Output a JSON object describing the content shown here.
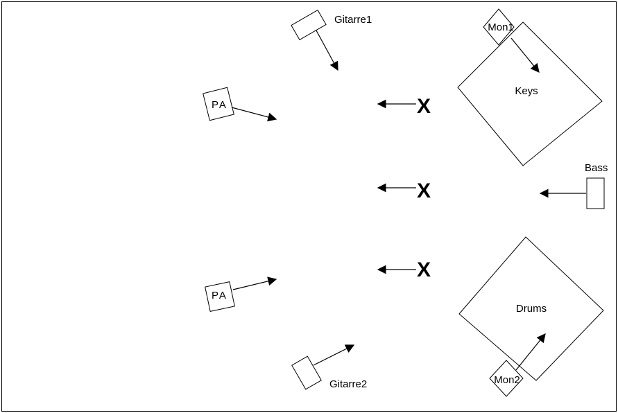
{
  "stage_plan": {
    "labels": {
      "gitarre1": "Gitarre1",
      "gitarre2": "Gitarre2",
      "pa_top": "PA",
      "pa_bottom": "PA",
      "mon1": "Mon1",
      "mon2": "Mon2",
      "keys": "Keys",
      "drums": "Drums",
      "bass": "Bass"
    },
    "positions": {
      "top": "X",
      "middle": "X",
      "bottom": "X"
    }
  }
}
